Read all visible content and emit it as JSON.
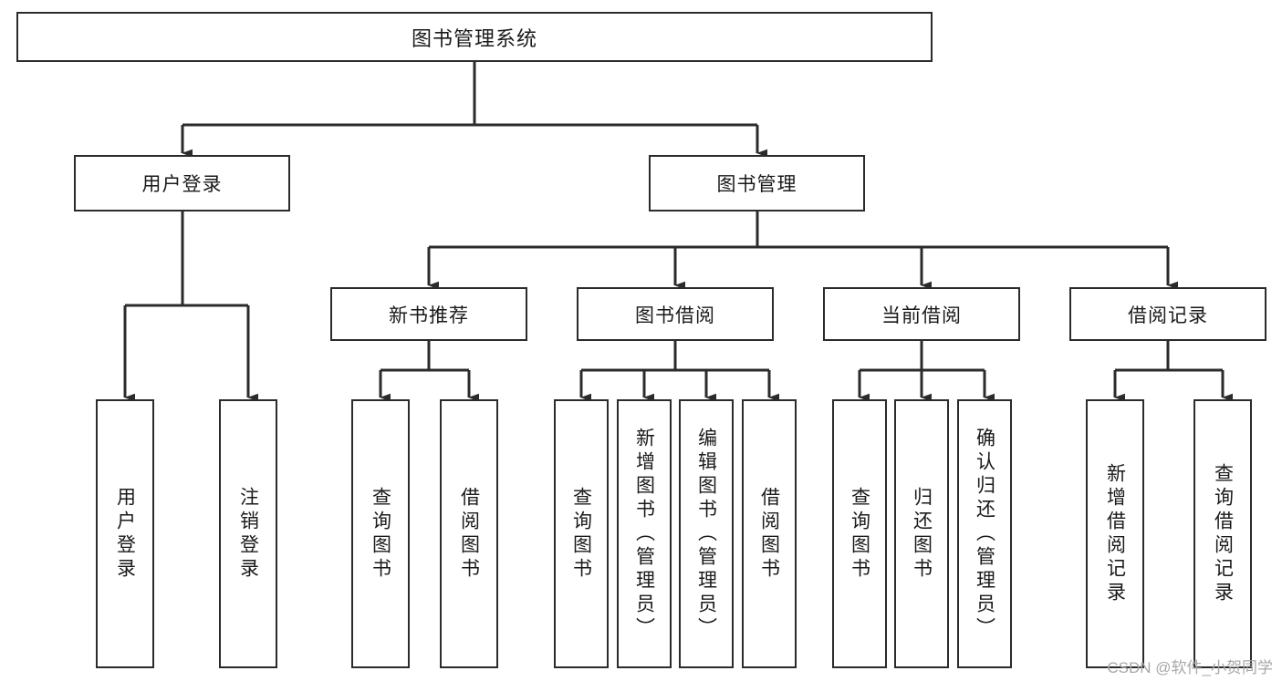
{
  "diagram": {
    "type": "tree-hierarchy",
    "title": "图书管理系统",
    "watermark": "CSDN @软件_小贺同学",
    "colors": {
      "stroke": "#2b2b2b",
      "fill": "#ffffff",
      "text": "#1a1a1a",
      "watermark": "#a8a8a8"
    },
    "nodes": {
      "root": {
        "label": "图书管理系统"
      },
      "level2": [
        {
          "id": "user-login",
          "label": "用户登录"
        },
        {
          "id": "book-management",
          "label": "图书管理"
        }
      ],
      "level3": [
        {
          "id": "new-book-recommend",
          "label": "新书推荐"
        },
        {
          "id": "book-borrow",
          "label": "图书借阅"
        },
        {
          "id": "current-borrow",
          "label": "当前借阅"
        },
        {
          "id": "borrow-record",
          "label": "借阅记录"
        }
      ],
      "leaves": {
        "user_login": [
          {
            "id": "leaf-user-login",
            "label": "用户登录"
          },
          {
            "id": "leaf-logout-login",
            "label": "注销登录"
          }
        ],
        "new_book_recommend": [
          {
            "id": "leaf-query-book-1",
            "label": "查询图书"
          },
          {
            "id": "leaf-borrow-book-1",
            "label": "借阅图书"
          }
        ],
        "book_borrow": [
          {
            "id": "leaf-query-book-2",
            "label": "查询图书"
          },
          {
            "id": "leaf-add-book",
            "label": "新增图书（管理员）"
          },
          {
            "id": "leaf-edit-book",
            "label": "编辑图书（管理员）"
          },
          {
            "id": "leaf-borrow-book-2",
            "label": "借阅图书"
          }
        ],
        "current_borrow": [
          {
            "id": "leaf-query-book-3",
            "label": "查询图书"
          },
          {
            "id": "leaf-return-book",
            "label": "归还图书"
          },
          {
            "id": "leaf-confirm-return",
            "label": "确认归还（管理员）"
          }
        ],
        "borrow_record": [
          {
            "id": "leaf-add-record",
            "label": "新增借阅记录"
          },
          {
            "id": "leaf-query-record",
            "label": "查询借阅记录"
          }
        ]
      }
    }
  }
}
